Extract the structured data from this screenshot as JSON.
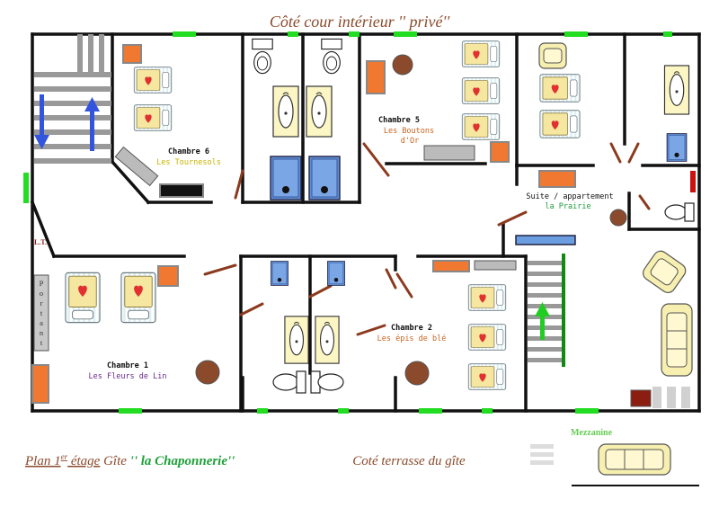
{
  "header": {
    "title": "Côté cour intérieur '' privé''"
  },
  "rooms": {
    "chambre6": {
      "label": "Chambre 6",
      "name": "Les Tournesols"
    },
    "chambre5": {
      "label": "Chambre 5",
      "name_line1": "Les Boutons",
      "name_line2": "d'Or"
    },
    "suite": {
      "label": "Suite / appartement",
      "name": "la Prairie"
    },
    "chambre1": {
      "label": "Chambre 1",
      "name": "Les Fleurs de Lin"
    },
    "chambre2": {
      "label": "Chambre 2",
      "name": "Les épis de blé"
    }
  },
  "labels": {
    "lt": "L.T.",
    "portant": [
      "P",
      "o",
      "r",
      "t",
      "a",
      "n",
      "t"
    ],
    "mezzanine": "Mezzanine"
  },
  "footer": {
    "plan_prefix": "Plan 1",
    "plan_sup": "er",
    "plan_suffix": " étage",
    "gite": " Gîte ",
    "chaponnerie": "'' la Chaponnerie''",
    "terrasse": "Coté terrasse du gîte"
  },
  "colors": {
    "title_brown": "#8b4a2b",
    "wall": "#111111",
    "window_green": "#22dd22",
    "door_brown": "#8b3a1e",
    "arrow_blue": "#3355dd",
    "arrow_green": "#22cc22",
    "tournesols_yellow": "#c8b400",
    "boutons_orange": "#c8641e",
    "prairie_green": "#1f9a3a",
    "fleurs_purple": "#6a2a8a",
    "epis_orange": "#c8641e",
    "chaponnerie_green": "#1fa03a",
    "mezzanine_green": "#66cc55"
  }
}
